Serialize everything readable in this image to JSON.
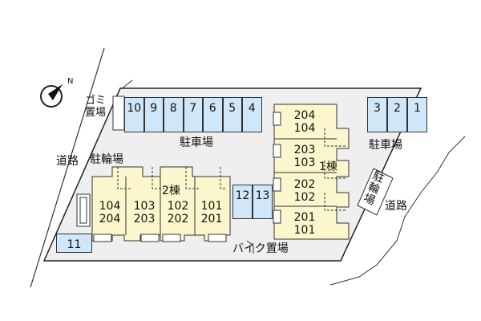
{
  "labels": {
    "garbage": "ゴミ置場",
    "parking": "駐車場",
    "road": "道路",
    "bicycle": "駐輪場",
    "bike_parking": "バイク置場",
    "building1": "1棟",
    "building2": "2棟"
  },
  "parking_top": [
    "10",
    "9",
    "8",
    "7",
    "6",
    "5",
    "4"
  ],
  "parking_right": [
    "3",
    "2",
    "1"
  ],
  "parking_mid": [
    "12",
    "13"
  ],
  "parking_left": "11",
  "building1_units": [
    {
      "upper": "204",
      "lower": "104"
    },
    {
      "upper": "203",
      "lower": "103"
    },
    {
      "upper": "202",
      "lower": "102"
    },
    {
      "upper": "201",
      "lower": "101"
    }
  ],
  "building2_units": [
    {
      "upper": "104",
      "lower": "204"
    },
    {
      "upper": "103",
      "lower": "203"
    },
    {
      "upper": "102",
      "lower": "202"
    },
    {
      "upper": "101",
      "lower": "201"
    }
  ],
  "colors": {
    "site": "#efefef",
    "building": "#fbf6cb",
    "parking": "#cfe7f8",
    "outline": "#333333"
  },
  "icons": [
    "north-compass-icon"
  ]
}
